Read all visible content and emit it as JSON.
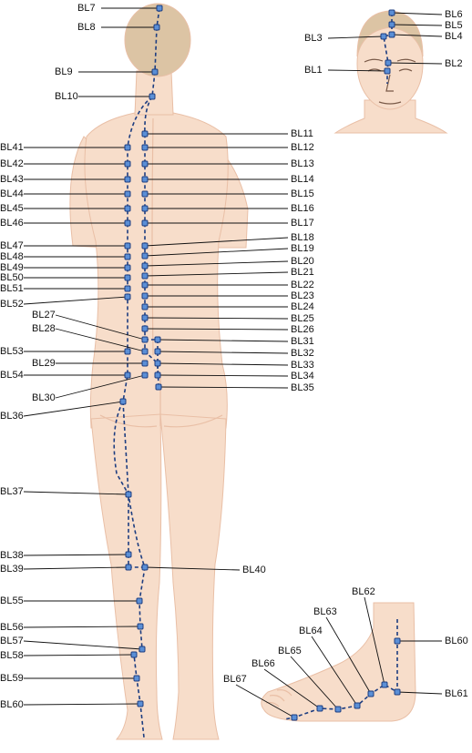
{
  "colors": {
    "skin": "#f7ddca",
    "skin_shadow": "#e9bfa6",
    "hair": "#dcc4a4",
    "point_fill": "#5b8fd6",
    "point_stroke": "#1d3d80",
    "meridian_line": "#1d3d80",
    "leader_line": "#111111"
  },
  "body_labels": [
    "BL7",
    "BL8",
    "BL9",
    "BL10",
    "BL11",
    "BL41",
    "BL12",
    "BL42",
    "BL13",
    "BL43",
    "BL14",
    "BL44",
    "BL15",
    "BL45",
    "BL16",
    "BL46",
    "BL17",
    "BL18",
    "BL47",
    "BL19",
    "BL48",
    "BL20",
    "BL49",
    "BL21",
    "BL50",
    "BL22",
    "BL51",
    "BL23",
    "BL52",
    "BL24",
    "BL27",
    "BL25",
    "BL28",
    "BL26",
    "BL31",
    "BL53",
    "BL32",
    "BL29",
    "BL33",
    "BL54",
    "BL34",
    "BL30",
    "BL35",
    "BL36",
    "BL37",
    "BL38",
    "BL39",
    "BL40",
    "BL55",
    "BL56",
    "BL57",
    "BL58",
    "BL59",
    "BL60"
  ],
  "face_labels": [
    "BL6",
    "BL5",
    "BL3",
    "BL4",
    "BL2",
    "BL1"
  ],
  "foot_labels": [
    "BL62",
    "BL63",
    "BL64",
    "BL65",
    "BL66",
    "BL67",
    "BL60",
    "BL61"
  ]
}
